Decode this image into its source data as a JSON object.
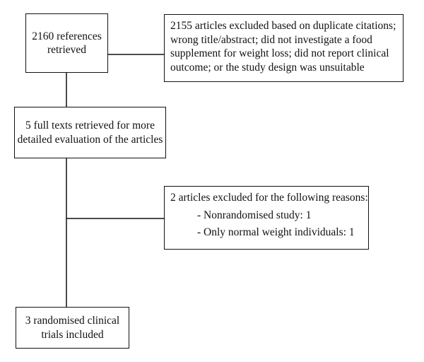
{
  "flowchart": {
    "retrieved": {
      "lines": [
        "2160 references",
        "retrieved"
      ]
    },
    "excluded_screening": {
      "lines": [
        "2155 articles excluded based on duplicate citations;",
        "wrong title/abstract; did not investigate a food",
        "supplement for weight loss; did not report clinical",
        "outcome; or the study design was unsuitable"
      ]
    },
    "full_texts": {
      "lines": [
        "5 full texts retrieved for more",
        "detailed evaluation of the articles"
      ]
    },
    "excluded_full_text": {
      "heading": "2 articles excluded for the following reasons:",
      "reasons": [
        "- Nonrandomised study: 1",
        "- Only normal weight individuals: 1"
      ]
    },
    "included": {
      "lines": [
        "3 randomised clinical",
        "trials included"
      ]
    }
  }
}
